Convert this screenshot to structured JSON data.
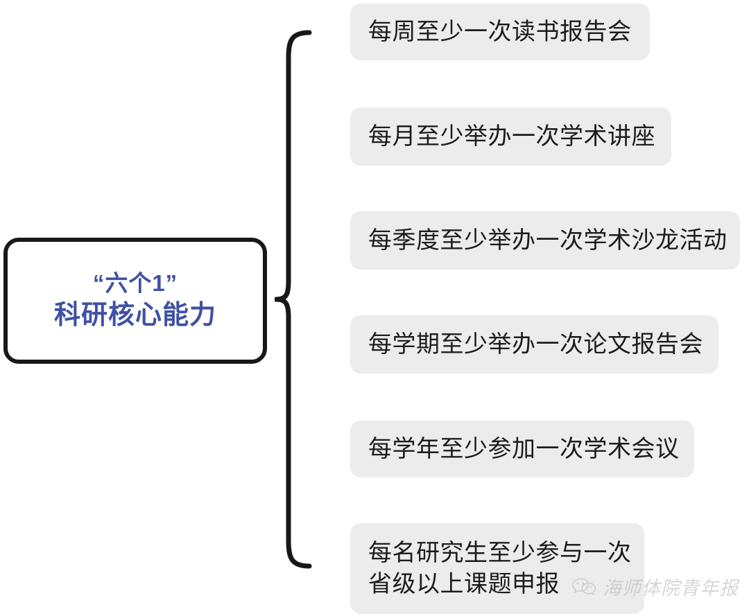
{
  "diagram": {
    "type": "brace-list",
    "title": "“六个1”科研核心能力",
    "root": {
      "line1": "“六个1”",
      "line2": "科研核心能力",
      "text_color": "#3f51a3",
      "border_color": "#17181c",
      "background": "#ffffff"
    },
    "connector": {
      "shape": "curly-brace",
      "orientation": "right-opening",
      "color": "#17181c"
    },
    "items": [
      {
        "id": "item-1",
        "lines": [
          "每周至少一次读书报告会"
        ]
      },
      {
        "id": "item-2",
        "lines": [
          "每月至少举办一次学术讲座"
        ]
      },
      {
        "id": "item-3",
        "lines": [
          "每季度至少举办一次学术沙龙活动"
        ]
      },
      {
        "id": "item-4",
        "lines": [
          "每学期至少举办一次论文报告会"
        ]
      },
      {
        "id": "item-5",
        "lines": [
          "每学年至少参加一次学术会议"
        ]
      },
      {
        "id": "item-6",
        "lines": [
          "每名研究生至少参与一次",
          "省级以上课题申报"
        ]
      }
    ],
    "item_style": {
      "background": "#ececec",
      "text_color": "#1c1c1c"
    }
  },
  "watermark": {
    "icon": "wechat-icon",
    "text": "海师体院青年报",
    "color": "#b6b6b6"
  }
}
